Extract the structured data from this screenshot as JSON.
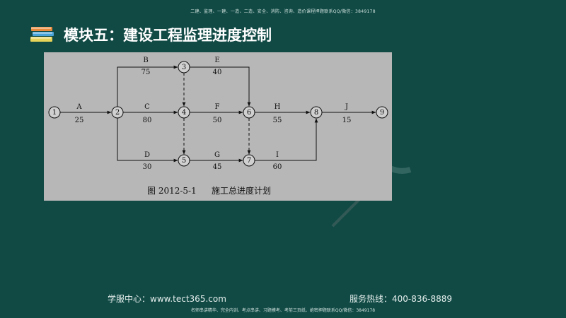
{
  "header": {
    "top_note": "二建、监理、一建、一造、二造、安全、消防、咨询、造价课程押题联系QQ/微信：3849178",
    "title": "模块五：建设工程监理进度控制"
  },
  "diagram": {
    "caption_number": "图 2012-5-1",
    "caption_text": "施工总进度计划",
    "nodes": [
      {
        "id": "1",
        "label": "1"
      },
      {
        "id": "2",
        "label": "2"
      },
      {
        "id": "3",
        "label": "3"
      },
      {
        "id": "4",
        "label": "4"
      },
      {
        "id": "5",
        "label": "5"
      },
      {
        "id": "6",
        "label": "6"
      },
      {
        "id": "7",
        "label": "7"
      },
      {
        "id": "8",
        "label": "8"
      },
      {
        "id": "9",
        "label": "9"
      }
    ],
    "activities": [
      {
        "name": "A",
        "duration": "25",
        "from": "1",
        "to": "2"
      },
      {
        "name": "B",
        "duration": "75",
        "from": "2",
        "to": "3"
      },
      {
        "name": "C",
        "duration": "80",
        "from": "2",
        "to": "4"
      },
      {
        "name": "D",
        "duration": "30",
        "from": "2",
        "to": "5"
      },
      {
        "name": "E",
        "duration": "40",
        "from": "3",
        "to": "6"
      },
      {
        "name": "F",
        "duration": "50",
        "from": "4",
        "to": "6"
      },
      {
        "name": "G",
        "duration": "45",
        "from": "5",
        "to": "7"
      },
      {
        "name": "H",
        "duration": "55",
        "from": "6",
        "to": "8"
      },
      {
        "name": "I",
        "duration": "60",
        "from": "7",
        "to": "8"
      },
      {
        "name": "J",
        "duration": "15",
        "from": "8",
        "to": "9"
      }
    ],
    "dummies": [
      {
        "from": "3",
        "to": "4"
      },
      {
        "from": "4",
        "to": "5"
      },
      {
        "from": "6",
        "to": "7"
      }
    ]
  },
  "footer": {
    "website": "学服中心：www.tect365.com",
    "hotline": "服务热线：400-836-8889",
    "bottom_note": "名师串讲精华、完全内训、考点串讲、习题模考、考前三页纸、绝密押题联系QQ/微信：3849178"
  }
}
